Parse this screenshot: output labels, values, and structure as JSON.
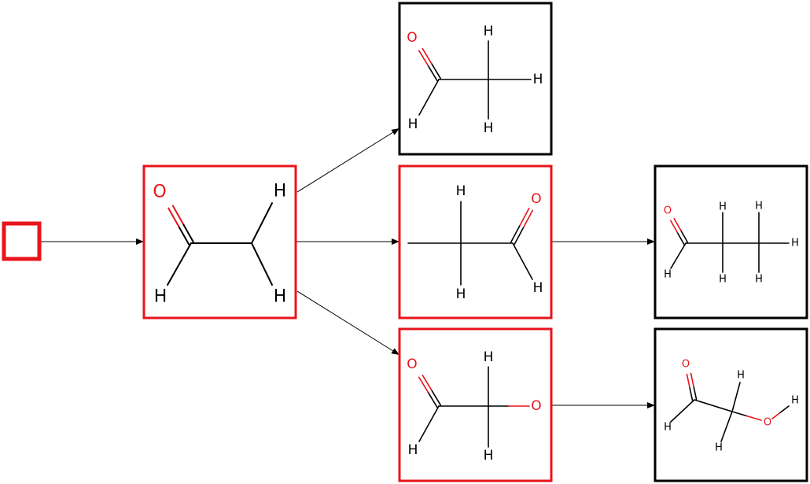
{
  "colors": {
    "highlight": "#e8141b",
    "terminal": "#000000",
    "bond": "#000000",
    "oxygen": "#e8141b",
    "hydrogen": "#000000",
    "edge": "#000000"
  },
  "nodes": [
    {
      "id": "root",
      "kind": "root-marker",
      "style": "highlight"
    },
    {
      "id": "n1",
      "style": "highlight",
      "molecule": "frag-ch2-cho",
      "atoms": [
        {
          "el": "O"
        },
        {
          "el": "H"
        },
        {
          "el": "H"
        },
        {
          "el": "H"
        }
      ]
    },
    {
      "id": "n2",
      "style": "terminal",
      "molecule": "acetaldehyde",
      "atoms": [
        {
          "el": "O"
        },
        {
          "el": "H"
        },
        {
          "el": "H"
        },
        {
          "el": "H"
        },
        {
          "el": "H"
        }
      ]
    },
    {
      "id": "n3",
      "style": "highlight",
      "molecule": "frag-ch2-cho-ext",
      "atoms": [
        {
          "el": "H"
        },
        {
          "el": "H"
        },
        {
          "el": "O"
        },
        {
          "el": "H"
        }
      ]
    },
    {
      "id": "n4",
      "style": "highlight",
      "molecule": "frag-ch2-cho-o",
      "atoms": [
        {
          "el": "O"
        },
        {
          "el": "H"
        },
        {
          "el": "H"
        },
        {
          "el": "H"
        },
        {
          "el": "O"
        }
      ]
    },
    {
      "id": "n5",
      "style": "terminal",
      "molecule": "propanal",
      "atoms": [
        {
          "el": "O"
        },
        {
          "el": "H"
        },
        {
          "el": "H"
        },
        {
          "el": "H"
        },
        {
          "el": "H"
        },
        {
          "el": "H"
        },
        {
          "el": "H"
        }
      ]
    },
    {
      "id": "n6",
      "style": "terminal",
      "molecule": "glycolaldehyde",
      "atoms": [
        {
          "el": "O"
        },
        {
          "el": "H"
        },
        {
          "el": "H"
        },
        {
          "el": "H"
        },
        {
          "el": "O"
        },
        {
          "el": "H"
        }
      ]
    }
  ],
  "edges": [
    {
      "from": "root",
      "to": "n1"
    },
    {
      "from": "n1",
      "to": "n2"
    },
    {
      "from": "n1",
      "to": "n3"
    },
    {
      "from": "n1",
      "to": "n4"
    },
    {
      "from": "n3",
      "to": "n5"
    },
    {
      "from": "n4",
      "to": "n6"
    }
  ]
}
